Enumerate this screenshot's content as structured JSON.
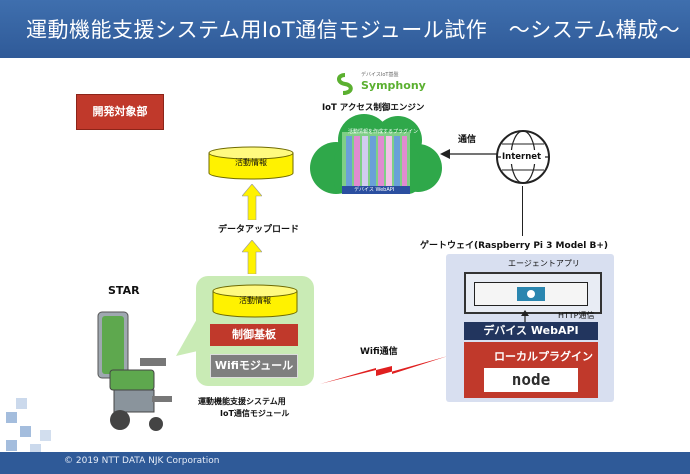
{
  "title": "運動機能支援システム用IoT通信モジュール試作　～システム構成～",
  "footer": "© 2019 NTT DATA NJK Corporation",
  "dev_target": "開発対象部",
  "symphony": {
    "logo_small": "デバイスIoT基盤",
    "logo_name": "Symphony",
    "caption": "IoT アクセス制御エンジン",
    "plugin_label": "活動情報を作成するプラグイン",
    "webapi_label": "デバイス WebAPI",
    "cloud_color": "#2fa84a"
  },
  "cloud_activity": "活動情報",
  "upload_label": "データアップロード",
  "star_label": "STAR",
  "module": {
    "activity": "活動情報",
    "control_board": "制御基板",
    "wifi_module": "Wifiモジュール",
    "caption_line1": "運動機能支援システム用",
    "caption_line2": "IoT通信モジュール"
  },
  "wifi_comm": "Wifi通信",
  "comm": "通信",
  "internet": "Internet",
  "gateway": {
    "title": "ゲートウェイ(Raspberry Pi 3 Model B+)",
    "agent_app": "エージェントアプリ",
    "http": "HTTP通信",
    "device_webapi": "デバイス WebAPI",
    "local_plugin": "ローカルプラグイン",
    "node_logo": "node"
  },
  "colors": {
    "red": "#c0392b",
    "navy": "#22355e",
    "yellow": "#fff200",
    "title_bar": "#2f5a98"
  }
}
